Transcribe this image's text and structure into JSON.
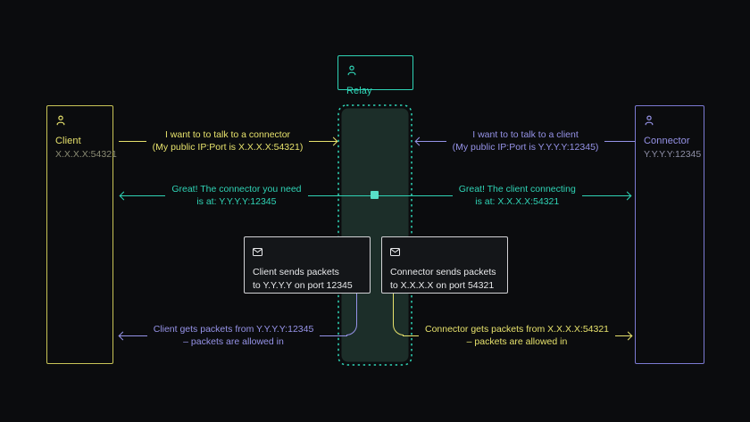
{
  "colors": {
    "bg": "#0b0c0e",
    "yellow": "#e7e26c",
    "yellow_border": "#c9c557",
    "yellow_dim": "#8b8c74",
    "teal": "#2fd3b5",
    "teal_node": "#58dfc8",
    "teal_fill": "#1c2e29",
    "purple": "#9693e8",
    "purple_border": "#7c7ad2",
    "purple_dim": "#8e8fa6",
    "note_border": "#d2d2d5",
    "note_bg": "#141619",
    "note_text": "#e8e9eb"
  },
  "icons": {
    "actor": "person-outline",
    "note": "envelope-outline",
    "arrow": "thin-chevron-arrowhead"
  },
  "actors": {
    "client": {
      "label": "Client",
      "address": "X.X.X.X:54321"
    },
    "relay": {
      "label": "Relay"
    },
    "connector": {
      "label": "Connector",
      "address": "Y.Y.Y.Y:12345"
    }
  },
  "flows": {
    "client_intro": {
      "line1": "I want to to talk to a connector",
      "line2": "(My public IP:Port is X.X.X.X:54321)"
    },
    "connector_intro": {
      "line1": "I want to to talk to a client",
      "line2": "(My public IP:Port is Y.Y.Y.Y:12345)"
    },
    "relay_to_client": {
      "line1": "Great! The connector you need",
      "line2": "is at: Y.Y.Y.Y:12345"
    },
    "relay_to_connector": {
      "line1": "Great! The client connecting",
      "line2": "is at: X.X.X.X:54321"
    },
    "client_sends": {
      "line1": "Client sends packets",
      "line2": "to Y.Y.Y.Y on port 12345"
    },
    "connector_sends": {
      "line1": "Connector sends packets",
      "line2": "to X.X.X.X on port 54321"
    },
    "client_gets": {
      "line1": "Client gets packets from Y.Y.Y.Y:12345",
      "line2": "– packets are allowed in"
    },
    "connector_gets": {
      "line1": "Connector gets packets from X.X.X.X:54321",
      "line2": "– packets are allowed in"
    }
  }
}
